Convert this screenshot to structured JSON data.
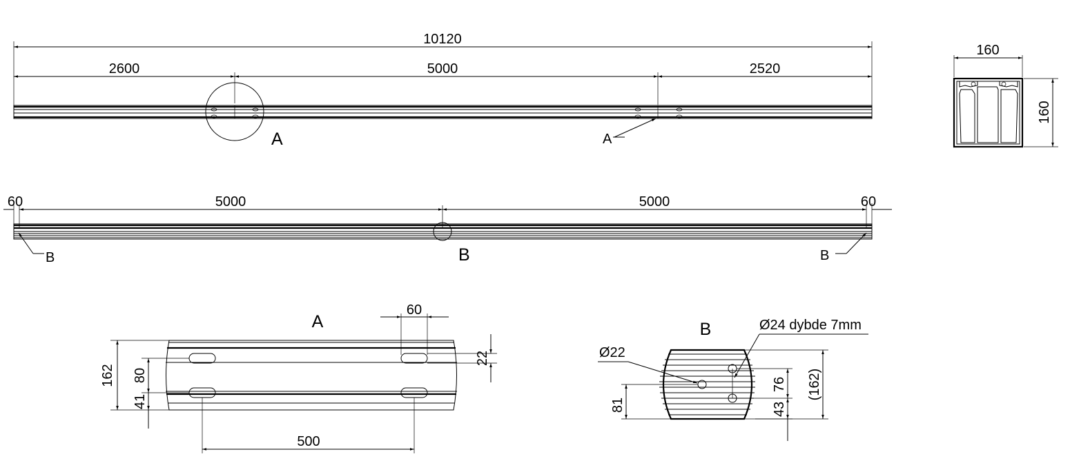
{
  "top_view": {
    "overall": "10120",
    "left": "2600",
    "middle": "5000",
    "right": "2520",
    "detail_label": "A",
    "leader_label": "A"
  },
  "section": {
    "width": "160",
    "height": "160"
  },
  "side_view": {
    "end_left": "60",
    "span_left": "5000",
    "span_right": "5000",
    "end_right": "60",
    "leader_left": "B",
    "center_label": "B",
    "leader_right": "B"
  },
  "detail_a": {
    "title": "A",
    "slot_width": "60",
    "slot_height": "22",
    "overall_height": "162",
    "row_spacing": "80",
    "edge_offset": "41",
    "slot_spacing": "500"
  },
  "detail_b": {
    "title": "B",
    "hole_callout": "Ø24 dybde 7mm",
    "hole_diameter": "Ø22",
    "center_height": "81",
    "upper_spacing": "76",
    "lower_offset": "43",
    "overall_height": "(162)"
  }
}
